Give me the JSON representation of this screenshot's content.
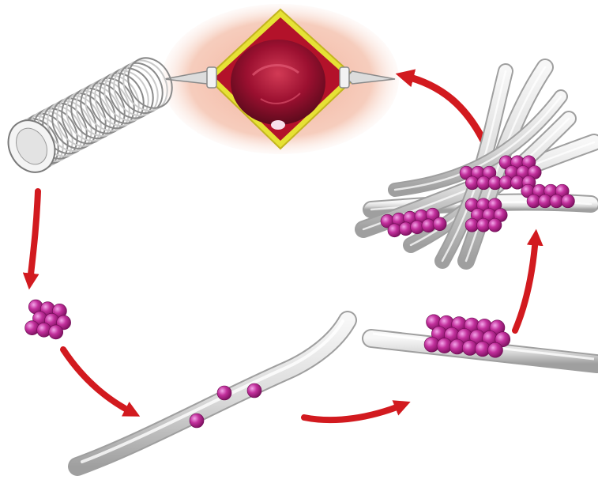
{
  "figure": {
    "stages": [
      {
        "id": "coil",
        "icon": "spring-coil-icon"
      },
      {
        "id": "cell-cluster",
        "icon": "cell-cluster-icon"
      },
      {
        "id": "single-fiber-seeding",
        "icon": "fiber-with-cells-icon"
      },
      {
        "id": "fiber-with-cell-cluster",
        "icon": "fiber-cluster-icon"
      },
      {
        "id": "fiber-network",
        "icon": "fiber-network-icon"
      },
      {
        "id": "wound-implant",
        "icon": "wound-icon"
      }
    ],
    "cycle_order": [
      "coil",
      "cell-cluster",
      "single-fiber-seeding",
      "fiber-with-cell-cluster",
      "fiber-network",
      "wound-implant"
    ],
    "colors": {
      "arrow": "#d21a1f",
      "cell": "#b6228f",
      "cell_highlight": "#ee9ae0",
      "fiber": "#e3e3e3",
      "fiber_edge": "#a9a9a9",
      "wound_red": "#8e0f2a",
      "wound_border": "#e6e235",
      "skin": "#f0b7a2"
    }
  }
}
